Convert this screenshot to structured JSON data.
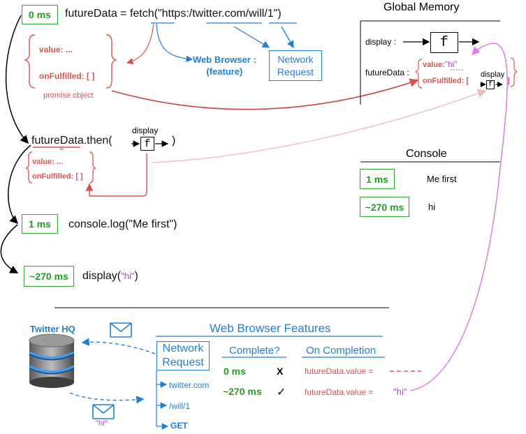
{
  "timeline": {
    "t0": "0 ms",
    "t1": "1 ms",
    "t2": "~270 ms"
  },
  "code": {
    "line1_pre": "futureData = fetch(\"https",
    "line1_url": "twitter.com/will/1",
    "line1_post": "\")",
    "line2_pre": "futureData.then(",
    "line2_post": ")",
    "line3": "console.log(\"Me first\")",
    "line4_pre": "display(",
    "line4_arg": "\"hi\"",
    "line4_post": ")"
  },
  "promise": {
    "value_label": "value: ...",
    "onfulfilled_label": "onFulfilled: [  ]",
    "caption": "promise object",
    "small_value": "value: ...",
    "small_onfulfilled": "onFulfilled: [  ]",
    "equals": "="
  },
  "web_browser": {
    "label_line1": "Web Browser :",
    "label_line2": "(feature)",
    "net_req_line1": "Network",
    "net_req_line2": "Request"
  },
  "func": {
    "display_label": "display",
    "f_glyph": "f"
  },
  "global_memory": {
    "title": "Global Memory",
    "display_key": "display :",
    "futuredata_key": "futureData :",
    "value_label": "value:",
    "value_val": "\"hi\"",
    "onfulfilled_label": "onFulfilled: [",
    "onfulfilled_end": "]",
    "inner_display": "display"
  },
  "console": {
    "title": "Console",
    "rows": [
      {
        "time": "1 ms",
        "text": "Me first"
      },
      {
        "time": "~270 ms",
        "text": "hi"
      }
    ]
  },
  "features": {
    "twitter_hq": "Twitter HQ",
    "title": "Web Browser Features",
    "net_line1": "Network",
    "net_line2": "Request",
    "branches": [
      "twitter.com",
      "/will/1",
      "GET"
    ],
    "col_complete": "Complete?",
    "col_oncompletion": "On Completion",
    "rows": [
      {
        "time": "0 ms",
        "complete": "X",
        "assign": "futureData.value =",
        "val": ""
      },
      {
        "time": "~270 ms",
        "complete": "✓",
        "assign": "futureData.value =",
        "val": "\"hi\""
      }
    ],
    "envelope_label": "\"hi\""
  },
  "colors": {
    "green": "#1f9e1f",
    "red": "#d9534f",
    "blue": "#1e7fd6",
    "pink": "#d97fdf"
  }
}
